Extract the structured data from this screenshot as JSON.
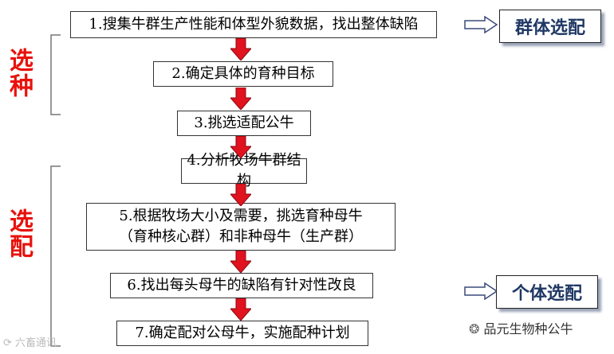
{
  "steps": [
    {
      "label": "1.搜集牛群生产性能和体型外貌数据，找出整体缺陷"
    },
    {
      "label": "2.确定具体的育种目标"
    },
    {
      "label": "3.挑选适配公牛"
    },
    {
      "label": "4.分析牧场牛群结构"
    },
    {
      "label": "5.根据牧场大小及需要，挑选育种母牛（育种核心群）和非种母牛（生产群）"
    },
    {
      "label": "6.找出每头母牛的缺陷有针对性改良"
    },
    {
      "label": "7.确定配对公母牛，实施配种计划"
    }
  ],
  "groups": {
    "selection": "选种",
    "mating": "选配"
  },
  "results": {
    "group_mating": "群体选配",
    "individual_mating": "个体选配"
  },
  "watermarks": {
    "left": "六畜通讯",
    "right": "品元生物种公牛"
  },
  "colors": {
    "arrow": "#e0131f",
    "side_label": "#e8120c",
    "result_text": "#1f3864"
  }
}
